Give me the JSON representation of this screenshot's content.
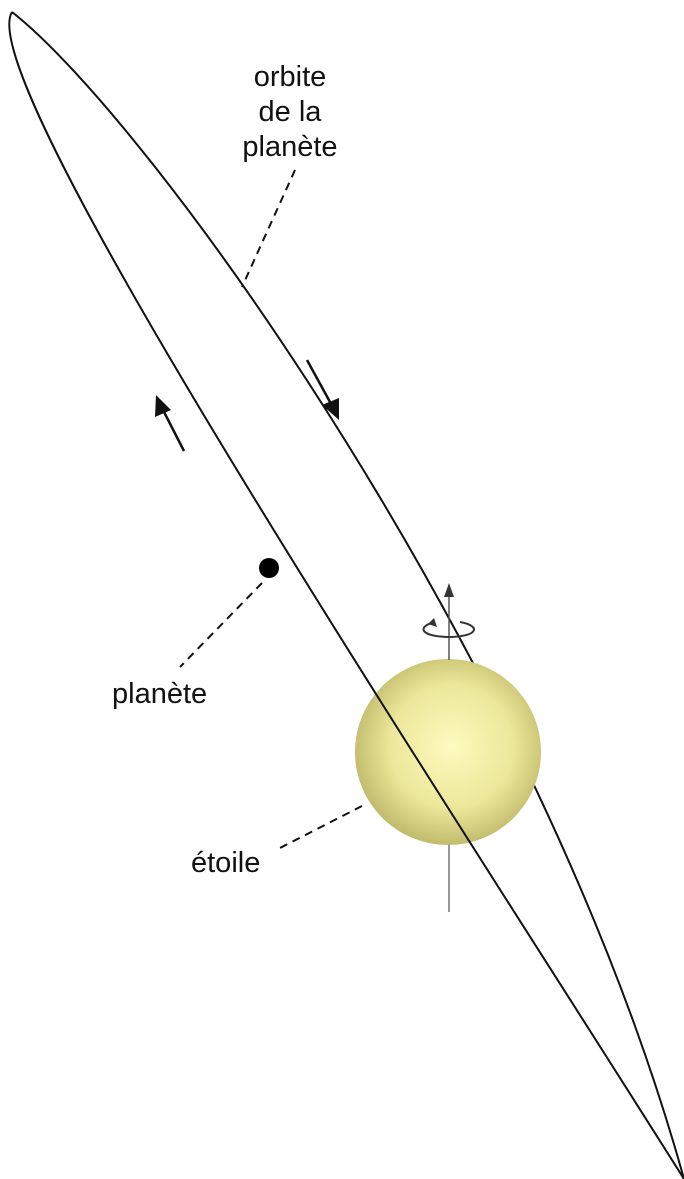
{
  "labels": {
    "orbit": [
      "orbite",
      "de la",
      "planète"
    ],
    "planet": "planète",
    "star": "étoile"
  },
  "colors": {
    "line": "#111111",
    "star_center": "#fdfbbf",
    "star_edge": "#b3ae5e",
    "planet": "#000000"
  }
}
